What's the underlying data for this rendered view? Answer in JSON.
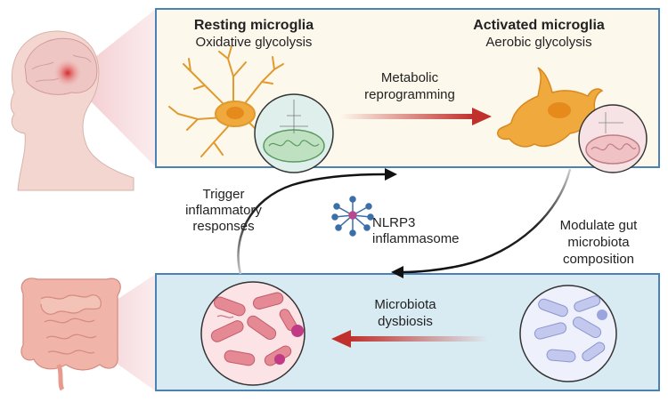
{
  "top_panel": {
    "resting_title": "Resting microglia",
    "resting_subtitle": "Oxidative glycolysis",
    "activated_title": "Activated microglia",
    "activated_subtitle": "Aerobic glycolysis",
    "transition_line1": "Metabolic",
    "transition_line2": "reprogramming"
  },
  "bottom_panel": {
    "transition_line1": "Microbiota",
    "transition_line2": "dysbiosis"
  },
  "left_arrow": {
    "line1": "Trigger",
    "line2": "inflammatory",
    "line3": "responses"
  },
  "center": {
    "line1": "NLRP3",
    "line2": "inflammasome"
  },
  "right_arrow": {
    "line1": "Modulate gut",
    "line2": "microbiota",
    "line3": "composition"
  },
  "colors": {
    "top_panel_fill": "#fdf8ec",
    "bottom_panel_fill": "#d9ebf2",
    "panel_border": "#4a83b3",
    "red_arrow": "#c0302c",
    "cell_orange": "#f0a93c"
  }
}
